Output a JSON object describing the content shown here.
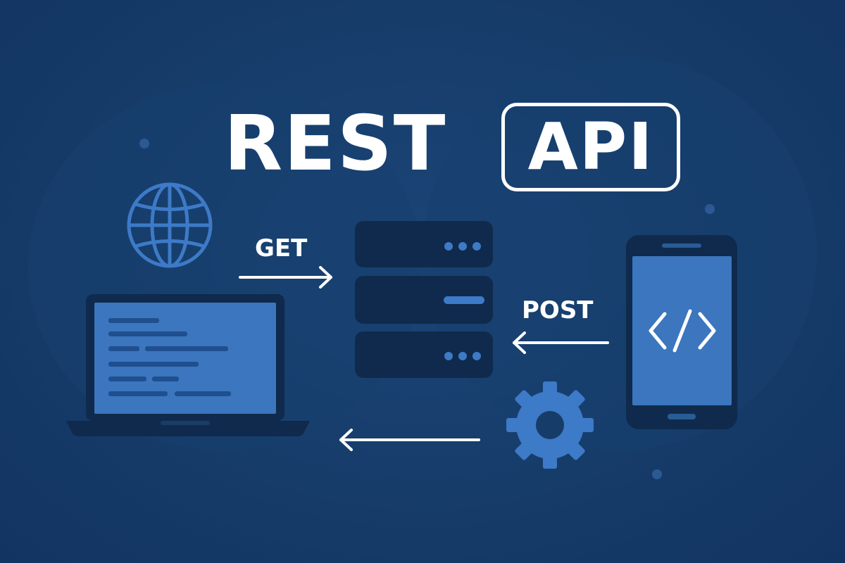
{
  "title": {
    "rest_label": "REST",
    "api_label": "API"
  },
  "requests": {
    "get_label": "GET",
    "post_label": "POST"
  },
  "icons": {
    "globe": "globe-icon",
    "laptop": "laptop-icon",
    "server": "server-icon",
    "phone": "smartphone-icon",
    "code": "code-brackets-icon",
    "gear": "gear-icon"
  },
  "colors": {
    "background": "#143a66",
    "accent": "#3d7ac7",
    "screen": "#3b76bf",
    "device_dark": "#0f2a4c",
    "text": "#ffffff"
  }
}
